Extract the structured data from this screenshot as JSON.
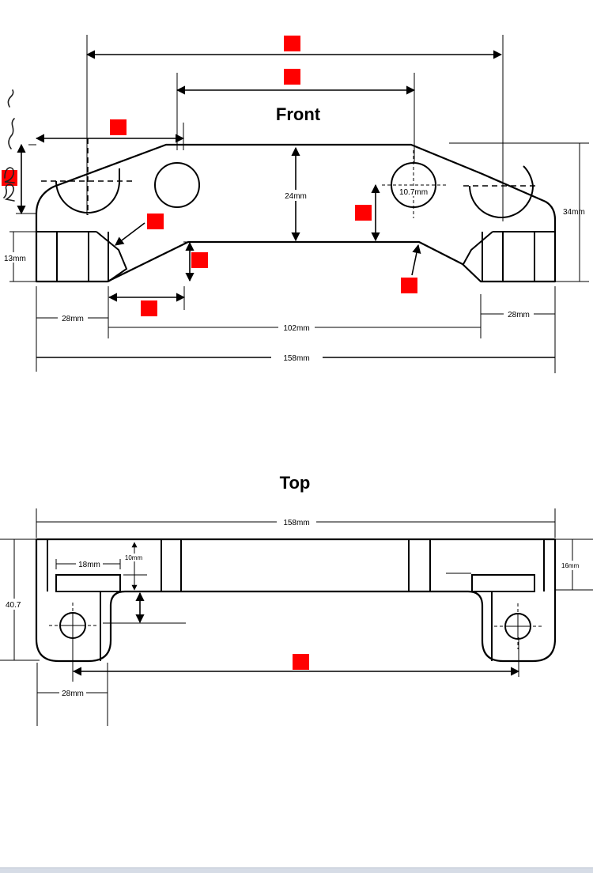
{
  "colors": {
    "line": "#000000",
    "redaction": "#ff0000",
    "background": "#ffffff"
  },
  "front": {
    "title": "Front",
    "dims": {
      "height_center": "24mm",
      "hole": "10.7mm",
      "total_height": "34mm",
      "foot_height": "13mm",
      "left_foot": "28mm",
      "right_foot": "28mm",
      "inner_span": "102mm",
      "overall_length": "158mm"
    }
  },
  "top": {
    "title": "Top",
    "dims": {
      "overall_length": "158mm",
      "slot_width": "18mm",
      "slot_depth": "10mm",
      "right_depth": "16mm",
      "total_depth": "40.7",
      "ear_width": "28mm"
    }
  }
}
